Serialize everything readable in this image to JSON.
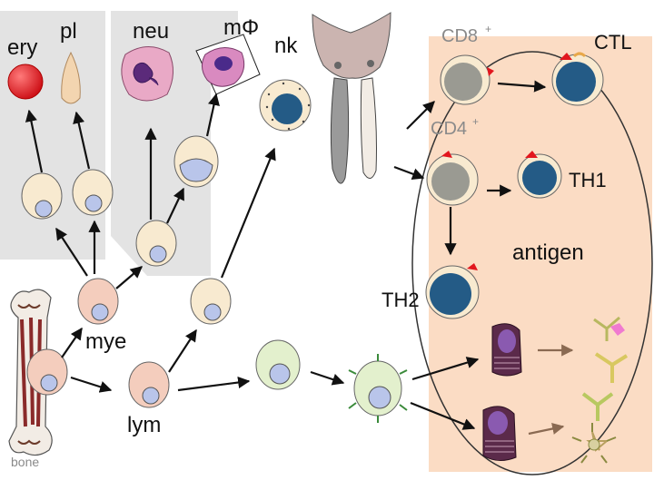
{
  "labels": {
    "ery": "ery",
    "pl": "pl",
    "neu": "neu",
    "macrophage": "mΦ",
    "nk": "nk",
    "cd8": "CD8",
    "cd8_sup": "+",
    "cd4": "CD4",
    "cd4_sup": "+",
    "ctl": "CTL",
    "th1": "TH1",
    "th2": "TH2",
    "antigen": "antigen",
    "mye": "mye",
    "lym": "lym",
    "bone_partial": "bone"
  },
  "colors": {
    "panel_gray": "#e3e3e3",
    "panel_peach": "#fbdcc4",
    "cell_fill": "#f8ead0",
    "cell_pink": "#f4cdbd",
    "cell_green": "#e3f0cd",
    "nucleus_blue": "#b9c5ea",
    "nucleus_dark": "#245b86",
    "red": "#e2161e",
    "arrow": "#111111",
    "arrow_brown": "#8a6a52"
  }
}
